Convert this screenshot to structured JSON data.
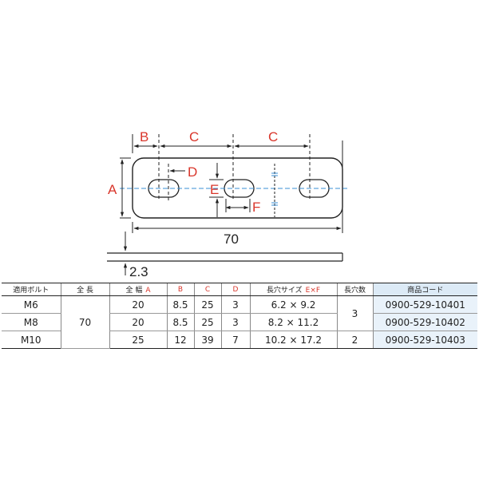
{
  "diagram": {
    "labels": {
      "B": "B",
      "C1": "C",
      "C2": "C",
      "D": "D",
      "A": "A",
      "E": "E",
      "F": "F",
      "length": "70",
      "thickness": "2.3"
    },
    "colors": {
      "label_red": "#d9362b",
      "line": "#222222",
      "centerline": "#3a8fd6"
    }
  },
  "table": {
    "headers": {
      "bolt": "適用ボルト",
      "length": "全 長",
      "width": "全 幅",
      "width_letter": "A",
      "B": "B",
      "C": "C",
      "D": "D",
      "slot": "長穴サイズ",
      "slot_letters": "E×F",
      "holes": "長穴数",
      "code": "商品コード"
    },
    "length_value": "70",
    "holes_m6_m8": "3",
    "rows": [
      {
        "bolt": "M6",
        "width": "20",
        "B": "8.5",
        "C": "25",
        "D": "3",
        "slot": "6.2 × 9.2",
        "code": "0900-529-10401"
      },
      {
        "bolt": "M8",
        "width": "20",
        "B": "8.5",
        "C": "25",
        "D": "3",
        "slot": "8.2 × 11.2",
        "code": "0900-529-10402"
      },
      {
        "bolt": "M10",
        "width": "25",
        "B": "12",
        "C": "39",
        "D": "7",
        "slot": "10.2 × 17.2",
        "holes": "2",
        "code": "0900-529-10403"
      }
    ],
    "colors": {
      "header_red": "#d9362b",
      "code_bg": "#e9f2fa"
    }
  }
}
